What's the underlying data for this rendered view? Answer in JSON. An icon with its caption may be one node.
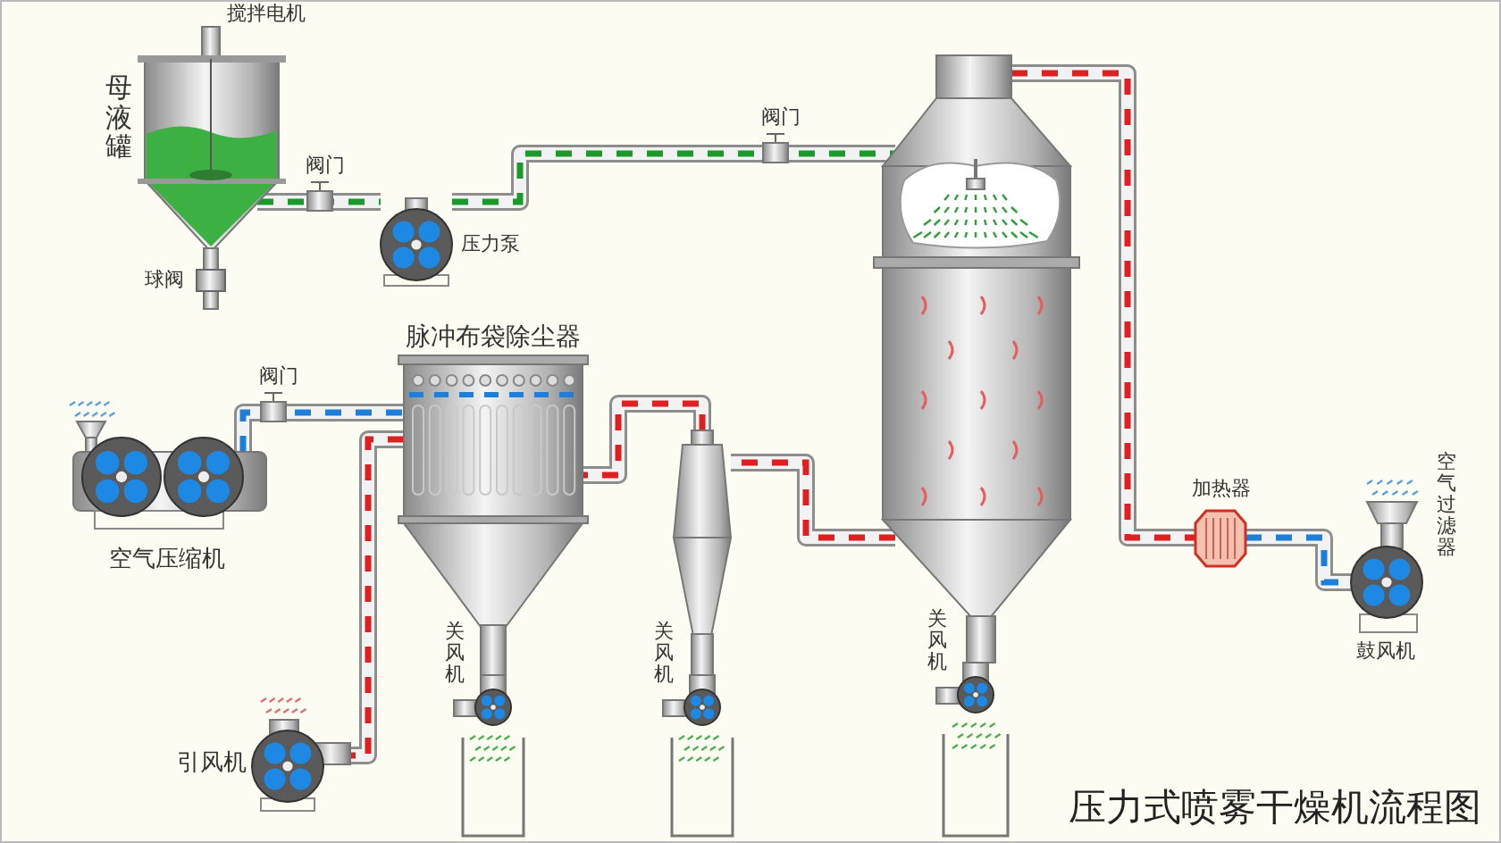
{
  "diagram": {
    "title": "压力式喷雾干燥机流程图",
    "nodes": [
      {
        "text": [
          "母液罐",
          "球阀"
        ],
        "beside": [
          "搅拌电机"
        ]
      },
      {
        "text": [
          "压力泵"
        ]
      },
      {
        "text": [],
        "shape": "cylinder"
      },
      {
        "text": [
          "加热器"
        ]
      },
      {
        "text": [
          "鼓风机"
        ],
        "beside": [
          "空气过滤器"
        ]
      },
      {
        "text": [
          "脉冲布袋除尘器"
        ]
      },
      {
        "text": [],
        "shape": "cone"
      },
      {
        "text": [
          "空气压缩机"
        ]
      },
      {
        "text": [
          "引风机"
        ]
      },
      {
        "text": [
          "关风机"
        ]
      },
      {
        "text": [
          "关风机"
        ]
      },
      {
        "text": [
          "关风机"
        ]
      }
    ],
    "edges": [
      {
        "from": 0,
        "to": 1,
        "arrow": "none",
        "label": "阀门",
        "color": "#1a9a2a"
      },
      {
        "from": 1,
        "to": 2,
        "arrow": "none",
        "label": "阀门",
        "color": "#1a9a2a"
      },
      {
        "from": 2,
        "to": 3,
        "arrow": "none",
        "color": "#e02020"
      },
      {
        "from": 3,
        "to": 4,
        "arrow": "none",
        "color": "#1e7fd8"
      },
      {
        "from": 2,
        "to": 6,
        "arrow": "none",
        "color": "#e02020"
      },
      {
        "from": 6,
        "to": 5,
        "arrow": "none",
        "color": "#e02020"
      },
      {
        "from": 7,
        "to": 5,
        "arrow": "none",
        "label": "阀门",
        "color": "#1e7fd8"
      },
      {
        "from": 5,
        "to": 8,
        "arrow": "none",
        "color": "#e02020"
      }
    ]
  }
}
